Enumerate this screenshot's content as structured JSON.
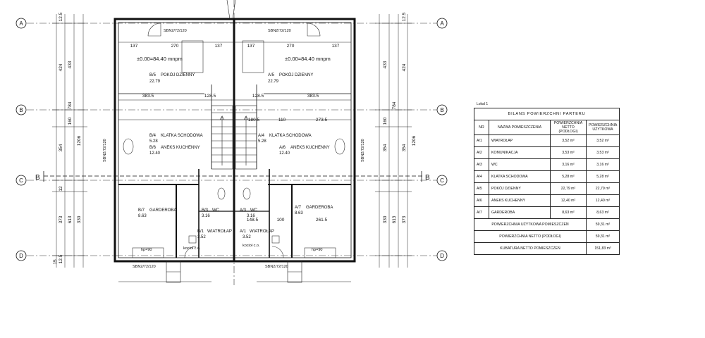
{
  "axes": {
    "rows_left": [
      "A",
      "B",
      "C",
      "D"
    ],
    "rows_right": [
      "A",
      "B",
      "C",
      "D"
    ],
    "section_mark": "B"
  },
  "dims_left_outer": [
    "12.5",
    "424",
    "784",
    "1206",
    "354",
    "613",
    "373",
    "12.5"
  ],
  "dims_left_inner": [
    "433",
    "160",
    "354",
    "12",
    "330",
    "15"
  ],
  "dims_top": [
    "137",
    "270",
    "137",
    "137",
    "270",
    "137"
  ],
  "dims_mid": [
    "383.5",
    "128.5",
    "128.5",
    "383.5",
    "273.5",
    "180.5",
    "110",
    "261.5",
    "148.5",
    "100"
  ],
  "level_marks": [
    "±0.00=84.40 mnpm",
    "±0.00=84.40 mnpm"
  ],
  "rooms": {
    "b5": {
      "code": "B/5",
      "name": "POKÓJ DZIENNY",
      "area": "22.79"
    },
    "a5": {
      "code": "A/5",
      "name": "POKÓJ DZIENNY",
      "area": "22.79"
    },
    "b4": {
      "code": "B/4",
      "name": "KLATKA SCHODOWA",
      "area": "5.28"
    },
    "a4": {
      "code": "A/4",
      "name": "KLATKA SCHODOWA",
      "area": "5.28"
    },
    "b6": {
      "code": "B/6",
      "name": "ANEKS KUCHENNY",
      "area": "12.40"
    },
    "a6": {
      "code": "A/6",
      "name": "ANEKS KUCHENNY",
      "area": "12.40"
    },
    "b7": {
      "code": "B/7",
      "name": "GARDEROBA",
      "area": "8.63"
    },
    "a7": {
      "code": "A/7",
      "name": "GARDEROBA",
      "area": "8.63"
    },
    "b3": {
      "code": "B/3",
      "name": "WC",
      "area": "3.16"
    },
    "a3": {
      "code": "A/3",
      "name": "WC",
      "area": "3.16"
    },
    "b1": {
      "code": "B/1",
      "name": "WIATROŁAP",
      "area": "3.52"
    },
    "a1": {
      "code": "A/1",
      "name": "WIATROŁAP",
      "area": "3.52"
    }
  },
  "windows": [
    "SBN2/72/120",
    "SBN2/72/120",
    "SBN2/72/120",
    "SBN2/72/120"
  ],
  "misc_labels": [
    "hp=90",
    "hp=90",
    "kocioł c.o.",
    "kocioł c.o."
  ],
  "table": {
    "lokal_label": "Lokal 1",
    "title": "BILANS POWIERZCHNI PARTERU",
    "headers": [
      "NR",
      "NAZWA POMIESZCZENIA",
      "POWIERZCHNIA NETTO (PODŁOGI)",
      "POWIERZCHNIA UŻYTKOWA"
    ],
    "rows": [
      {
        "nr": "A/1",
        "name": "WIATROŁAP",
        "netto": "3,52 m²",
        "uzytkowa": "3,52 m²"
      },
      {
        "nr": "A/2",
        "name": "KOMUNIKACJA",
        "netto": "3,53 m²",
        "uzytkowa": "3,53 m²"
      },
      {
        "nr": "A/3",
        "name": "WC",
        "netto": "3,16 m²",
        "uzytkowa": "3,16 m²"
      },
      {
        "nr": "A/4",
        "name": "KLATKA SCHODOWA",
        "netto": "5,28 m²",
        "uzytkowa": "5,28 m²"
      },
      {
        "nr": "A/5",
        "name": "POKÓJ DZIENNY",
        "netto": "22,79 m²",
        "uzytkowa": "22,79 m²"
      },
      {
        "nr": "A/6",
        "name": "ANEKS KUCHENNY",
        "netto": "12,40 m²",
        "uzytkowa": "12,40 m²"
      },
      {
        "nr": "A/7",
        "name": "GARDEROBA",
        "netto": "8,63 m²",
        "uzytkowa": "8,63 m²"
      }
    ],
    "summary": [
      {
        "label": "POWIERZCHNIA UŻYTKOWA POMIESZCZEŃ",
        "value": "59,31 m²"
      },
      {
        "label": "POWIERZCHNIA NETTO (PODŁOGI)",
        "value": "59,31 m²"
      },
      {
        "label": "KUBATURA NETTO POMIESZCZEŃ",
        "value": "151,83 m³"
      }
    ]
  }
}
